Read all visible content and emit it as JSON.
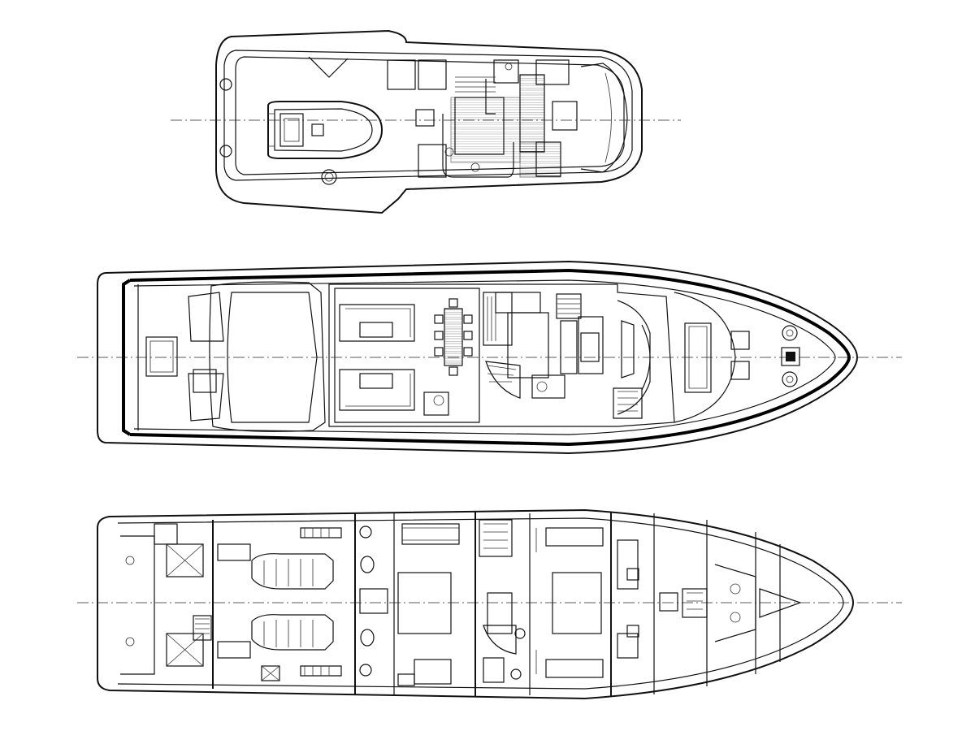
{
  "colors": {
    "line": "#111111",
    "background": "#ffffff"
  },
  "views": [
    {
      "id": "flybridge",
      "centerline_markers": [
        "",
        ""
      ]
    },
    {
      "id": "main-deck",
      "centerline_markers": [
        "",
        ""
      ]
    },
    {
      "id": "lower-deck",
      "centerline_markers": [
        "",
        ""
      ]
    }
  ]
}
